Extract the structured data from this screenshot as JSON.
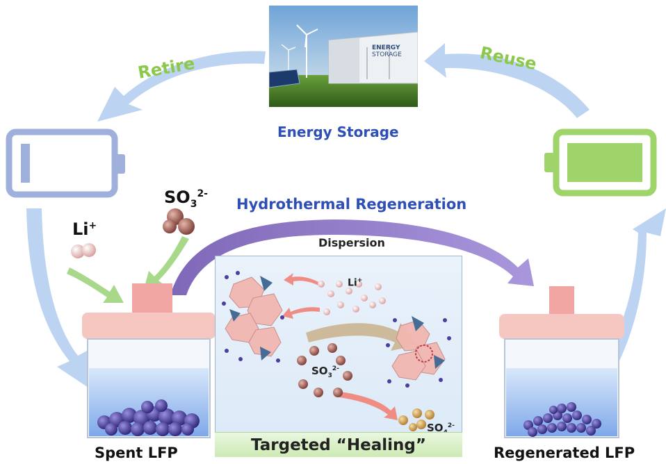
{
  "labels": {
    "retire": "Retire",
    "reuse": "Reuse",
    "energy_storage": "Energy Storage",
    "hydrothermal": "Hydrothermal Regeneration",
    "dispersion": "Dispersion",
    "spent": "Spent LFP",
    "regenerated": "Regenerated LFP",
    "healing": "Targeted “Healing”"
  },
  "photo": {
    "sign_line1": "ENERGY",
    "sign_line2": "STORAGE"
  },
  "ions": {
    "li": "Li",
    "li_charge": "+",
    "so3_base": "SO",
    "so3_sub": "3",
    "so3_charge": "2-",
    "so4_base": "SO",
    "so4_sub": "4",
    "so4_charge": "2-"
  },
  "colors": {
    "arrow_blue": "#bcd4f2",
    "retire_green": "#8cc84b",
    "spent_battery": "#9fb0dc",
    "full_battery": "#9fd46b",
    "title_blue": "#2e4fb5",
    "lid_pink": "#f3b9b5",
    "particle_purple": "#4b3e9c",
    "arc_purple": "#8c78c4"
  }
}
